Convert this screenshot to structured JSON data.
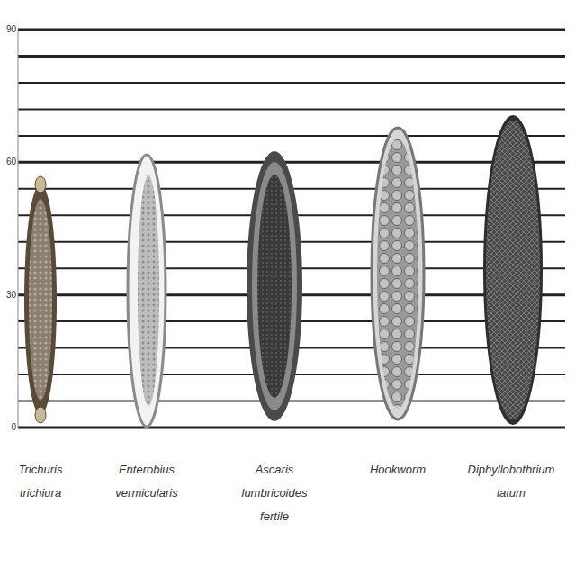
{
  "diagram": {
    "labels": [
      "90",
      "60",
      "30",
      "0",
      "Trichuris trichiura",
      "Enterobius vermicularis",
      "Ascaris lumbricoides fertile",
      "Hookworm",
      "Diphyllobothrium latum"
    ]
  }
}
